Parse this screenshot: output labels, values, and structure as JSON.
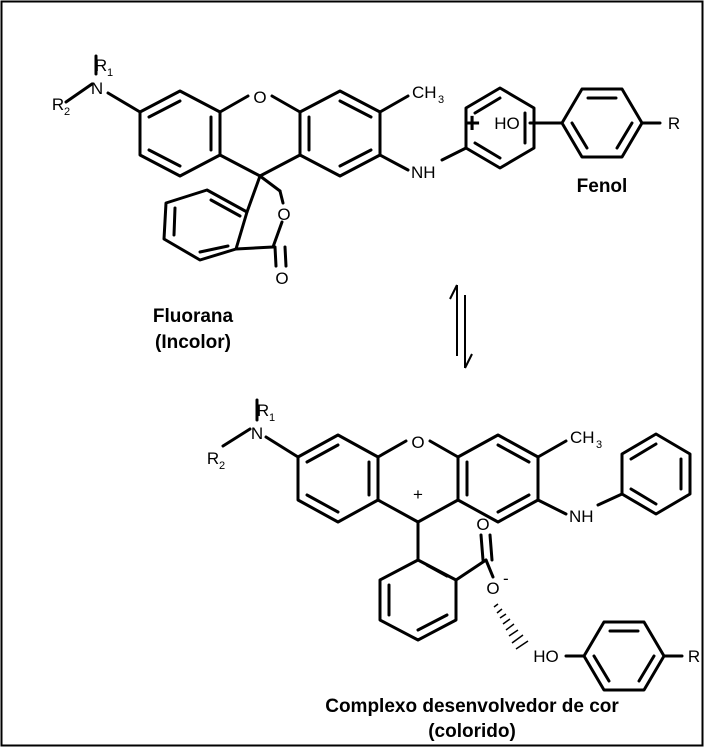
{
  "reactant": {
    "name": "Fluorana",
    "state": "(Incolor)",
    "atoms": {
      "n": "N",
      "r1": "R",
      "r1_sub": "1",
      "r2": "R",
      "r2_sub": "2",
      "o_ring": "O",
      "ch": "CH",
      "ch_sub": "3",
      "nh": "NH",
      "o_lac": "O",
      "o_co": "O"
    }
  },
  "plus_sign": "+",
  "phenol": {
    "name": "Fenol",
    "ho": "HO",
    "r": "R"
  },
  "product": {
    "name": "Complexo desenvolvedor de cor",
    "state": "(colorido)",
    "atoms": {
      "n": "N",
      "r1": "R",
      "r1_sub": "1",
      "r2": "R",
      "r2_sub": "2",
      "o_ring": "O",
      "ch": "CH",
      "ch_sub": "3",
      "nh": "NH",
      "plus": "+",
      "o_co": "O",
      "o_minus": "O",
      "minus": "-",
      "ho": "HO",
      "r": "R"
    }
  }
}
